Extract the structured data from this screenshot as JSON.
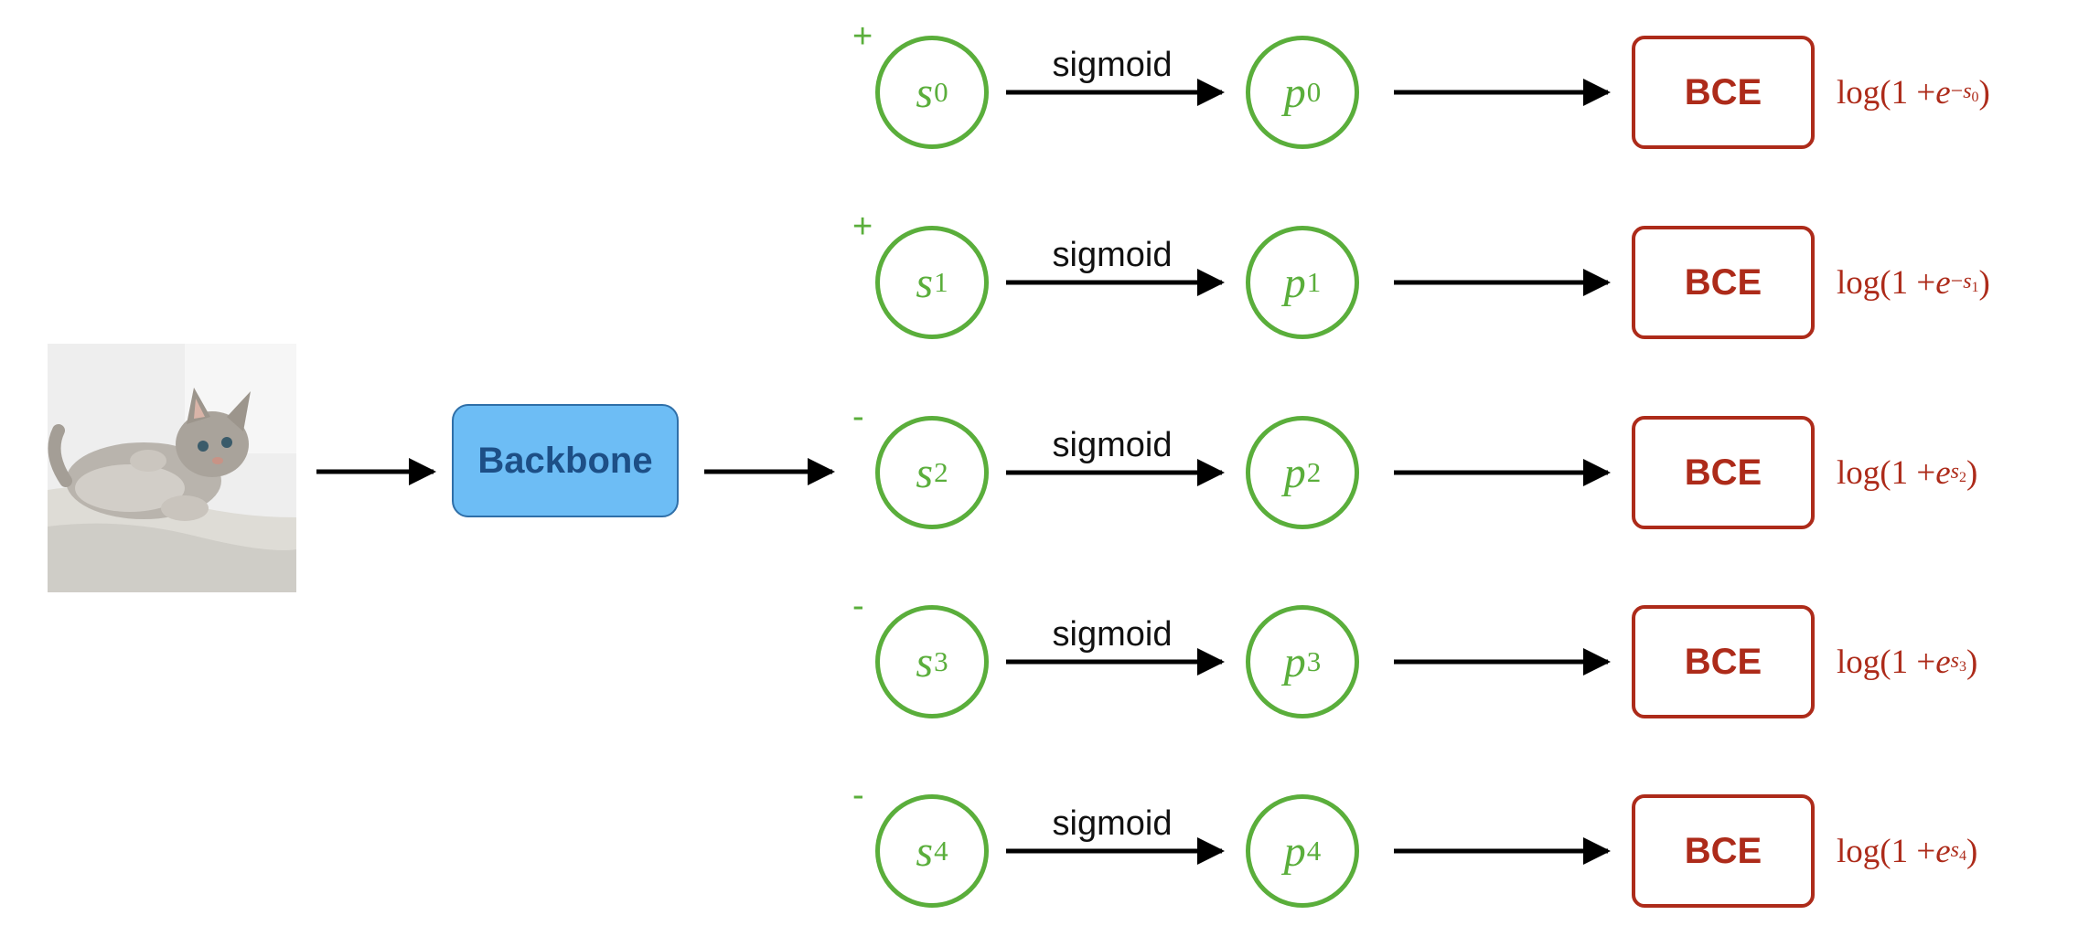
{
  "backbone_label": "Backbone",
  "function_label": "sigmoid",
  "loss_label": "BCE",
  "colors": {
    "score": "#5aae3b",
    "loss": "#ad2b1a",
    "backbone_fill": "#6dbdf5",
    "backbone_text": "#1d4f86",
    "arrow": "#000000"
  },
  "input_image": {
    "icon": "kitten-photo"
  },
  "rows": [
    {
      "sign": "+",
      "s_var": "s",
      "s_sub": "0",
      "p_var": "p",
      "p_sub": "0",
      "formula_prefix": "log(1 + ",
      "e": "e",
      "exp_sign": "−",
      "exp_var": "s",
      "exp_sub": "0",
      "formula_suffix": ")"
    },
    {
      "sign": "+",
      "s_var": "s",
      "s_sub": "1",
      "p_var": "p",
      "p_sub": "1",
      "formula_prefix": "log(1 + ",
      "e": "e",
      "exp_sign": "−",
      "exp_var": "s",
      "exp_sub": "1",
      "formula_suffix": ")"
    },
    {
      "sign": "-",
      "s_var": "s",
      "s_sub": "2",
      "p_var": "p",
      "p_sub": "2",
      "formula_prefix": "log(1 + ",
      "e": "e",
      "exp_sign": "",
      "exp_var": "s",
      "exp_sub": "2",
      "formula_suffix": ")"
    },
    {
      "sign": "-",
      "s_var": "s",
      "s_sub": "3",
      "p_var": "p",
      "p_sub": "3",
      "formula_prefix": "log(1 + ",
      "e": "e",
      "exp_sign": "",
      "exp_var": "s",
      "exp_sub": "3",
      "formula_suffix": ")"
    },
    {
      "sign": "-",
      "s_var": "s",
      "s_sub": "4",
      "p_var": "p",
      "p_sub": "4",
      "formula_prefix": "log(1 + ",
      "e": "e",
      "exp_sign": "",
      "exp_var": "s",
      "exp_sub": "4",
      "formula_suffix": ")"
    }
  ]
}
